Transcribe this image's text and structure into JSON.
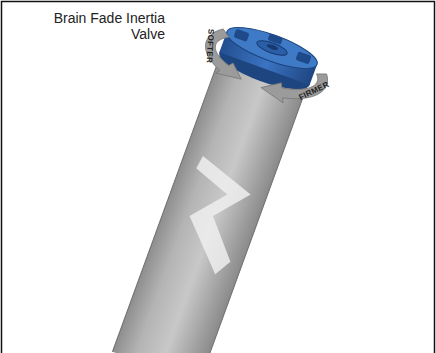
{
  "diagram": {
    "labels": [
      "Brain Fade Inertia Valve",
      "SOFTER",
      "FIRMER"
    ]
  }
}
